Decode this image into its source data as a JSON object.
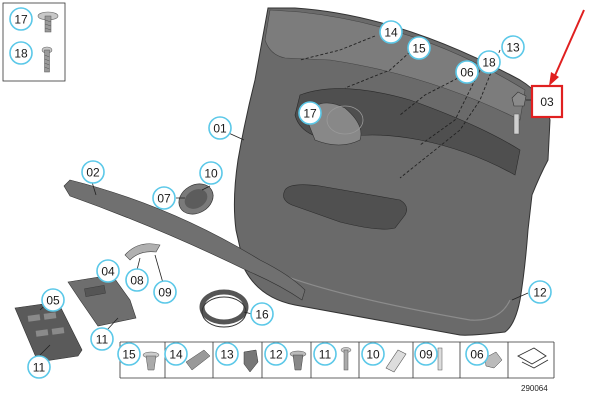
{
  "diagram": {
    "reference_number": "290064",
    "callout_circle_color": "#5bc8e8",
    "highlight_color": "#e02020",
    "part_color_dark": "#5e5e5e",
    "part_color_mid": "#8a8a8a",
    "part_color_light": "#b5b5b5"
  },
  "callouts": [
    {
      "id": "c17-top",
      "label": "17"
    },
    {
      "id": "c18-top",
      "label": "18"
    },
    {
      "id": "c14-door",
      "label": "14"
    },
    {
      "id": "c15-door",
      "label": "15"
    },
    {
      "id": "c13-door",
      "label": "13"
    },
    {
      "id": "c06-door",
      "label": "06"
    },
    {
      "id": "c18-door",
      "label": "18"
    },
    {
      "id": "c17-door",
      "label": "17"
    },
    {
      "id": "c01",
      "label": "01"
    },
    {
      "id": "c02",
      "label": "02"
    },
    {
      "id": "c10-cap",
      "label": "10"
    },
    {
      "id": "c07",
      "label": "07"
    },
    {
      "id": "c04",
      "label": "04"
    },
    {
      "id": "c08",
      "label": "08"
    },
    {
      "id": "c09-handle",
      "label": "09"
    },
    {
      "id": "c05",
      "label": "05"
    },
    {
      "id": "c11-switch",
      "label": "11"
    },
    {
      "id": "c11-bottom",
      "label": "11"
    },
    {
      "id": "c16",
      "label": "16"
    },
    {
      "id": "c12-door",
      "label": "12"
    }
  ],
  "highlighted_callout": {
    "label": "03"
  },
  "parts_strip": [
    {
      "id": "s15",
      "label": "15"
    },
    {
      "id": "s14",
      "label": "14"
    },
    {
      "id": "s13",
      "label": "13"
    },
    {
      "id": "s12",
      "label": "12"
    },
    {
      "id": "s11",
      "label": "11"
    },
    {
      "id": "s10",
      "label": "10"
    },
    {
      "id": "s09",
      "label": "09"
    },
    {
      "id": "s06",
      "label": "06"
    }
  ]
}
